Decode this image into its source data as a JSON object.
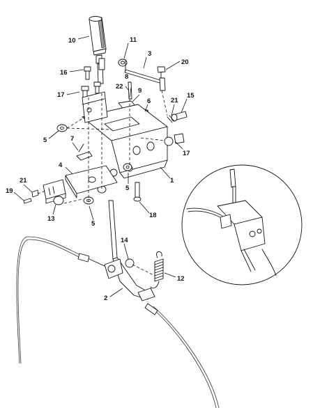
{
  "diagram": {
    "callouts": [
      {
        "id": "c10",
        "label": "10"
      },
      {
        "id": "c11",
        "label": "11"
      },
      {
        "id": "c3",
        "label": "3"
      },
      {
        "id": "c20",
        "label": "20"
      },
      {
        "id": "c16",
        "label": "16"
      },
      {
        "id": "c8",
        "label": "8"
      },
      {
        "id": "c22",
        "label": "22"
      },
      {
        "id": "c9",
        "label": "9"
      },
      {
        "id": "c6",
        "label": "6"
      },
      {
        "id": "c21a",
        "label": "21"
      },
      {
        "id": "c15",
        "label": "15"
      },
      {
        "id": "c17a",
        "label": "17"
      },
      {
        "id": "c5a",
        "label": "5"
      },
      {
        "id": "c7",
        "label": "7"
      },
      {
        "id": "c17b",
        "label": "17"
      },
      {
        "id": "c4",
        "label": "4"
      },
      {
        "id": "c1",
        "label": "1"
      },
      {
        "id": "c5b",
        "label": "5"
      },
      {
        "id": "c21b",
        "label": "21"
      },
      {
        "id": "c19",
        "label": "19"
      },
      {
        "id": "c13",
        "label": "13"
      },
      {
        "id": "c5c",
        "label": "5"
      },
      {
        "id": "c18",
        "label": "18"
      },
      {
        "id": "c14",
        "label": "14"
      },
      {
        "id": "c12",
        "label": "12"
      },
      {
        "id": "c2",
        "label": "2"
      }
    ]
  }
}
